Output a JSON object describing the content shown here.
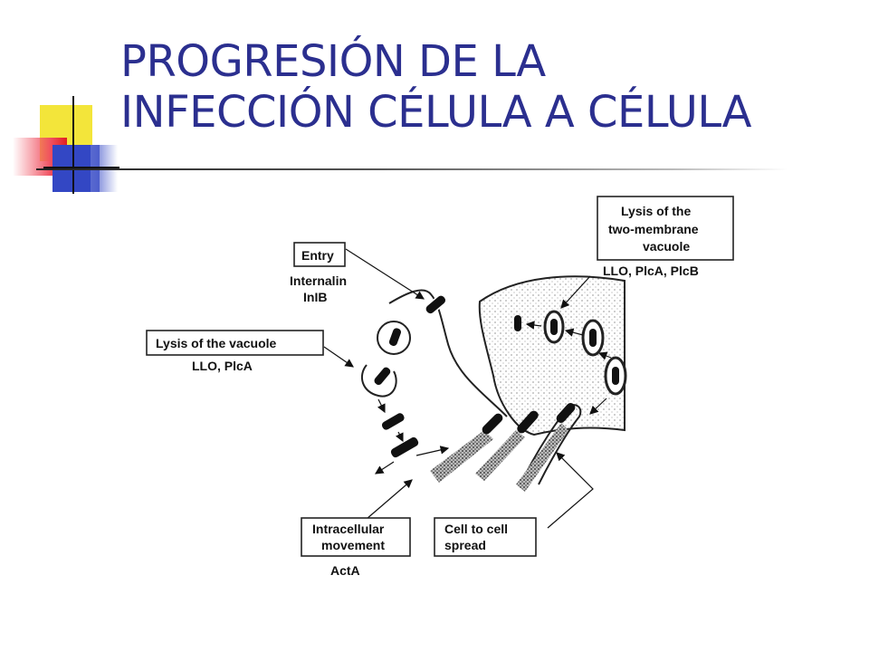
{
  "title": {
    "line1": "PROGRESIÓN DE LA",
    "line2": "INFECCIÓN CÉLULA A CÉLULA"
  },
  "diagram": {
    "entry": {
      "box": "Entry",
      "sub1": "Internalin",
      "sub2": "InIB"
    },
    "lysis_vacuole": {
      "box": "Lysis of the vacuole",
      "sub": "LLO, PlcA"
    },
    "lysis_two_membrane": {
      "box_line1": "Lysis of the",
      "box_line2": "two-membrane",
      "box_line3": "vacuole",
      "sub": "LLO, PlcA, PlcB"
    },
    "intracellular": {
      "box_line1": "Intracellular",
      "box_line2": "movement",
      "sub": "ActA"
    },
    "cell_spread": {
      "box_line1": "Cell to cell",
      "box_line2": "spread"
    }
  },
  "colors": {
    "title": "#2b2f8f",
    "accent_yellow": "#f3e53a",
    "accent_blue": "#3347c4",
    "accent_red": "#e02020"
  }
}
